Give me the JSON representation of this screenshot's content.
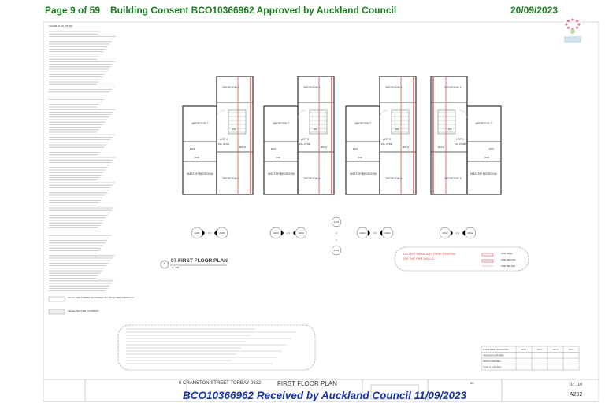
{
  "header": {
    "page": "Page 9 of 59",
    "consent": "Building Consent BCO10366962 Approved by Auckland Council",
    "date": "20/09/2023"
  },
  "notes": {
    "title": "FLOOR PLAN NOTES"
  },
  "legend": {
    "carpet": "SELECTED CARPET FLOORING ON SELECTED UNDERLAY",
    "tile": "SELECTED TILE FLOORING"
  },
  "plan": {
    "number": "1",
    "title": "07 FIRST FLOOR PLAN",
    "scale": "1 : 100",
    "units": [
      {
        "lot": "LOT 4",
        "ffl": "FFL 46220"
      },
      {
        "lot": "LOT 3",
        "ffl": "FFL 47500"
      },
      {
        "lot": "LOT 2",
        "ffl": "FFL 47500"
      },
      {
        "lot": "LOT 1",
        "ffl": "FFL 47500"
      }
    ],
    "rooms": {
      "bedroom1": "BEDROOM 1",
      "bedroom2": "BEDROOM 2",
      "bedroom3": "BEDROOM 3",
      "master": "MASTER BEDROOM",
      "ens": "ENS",
      "wir": "WIR",
      "dn": "DN",
      "bath": "BATH"
    },
    "section_markers": [
      {
        "left": "A303",
        "mid": "4   3",
        "right": "A303"
      },
      {
        "left": "A303",
        "mid": "2   1",
        "right": "A303"
      },
      {
        "left": "A302",
        "mid": "4   3",
        "right": "A302"
      },
      {
        "left": "A302",
        "mid": "2   1",
        "right": "A302"
      }
    ],
    "vertical_marker": {
      "top": "A301",
      "top_num": "2",
      "bottom_num": "1",
      "bottom": "A301"
    }
  },
  "warning": {
    "text_line1": "DO NOT MAKE ANY PENETRATION",
    "text_line2": "ON THE FRR WALLS",
    "legend": [
      "FRR WALL",
      "FRR CEILING",
      "FRR DELINE"
    ],
    "color": "#d9534f"
  },
  "area_table": {
    "headers": [
      "FLOOR AREA CALCULATION",
      "LOT 1",
      "LOT 2",
      "LOT 3",
      "LOT 4"
    ],
    "rows": [
      "GROUND FLOOR AREA",
      "FIRST FLOOR AREA",
      "TOTAL FLOOR AREA"
    ]
  },
  "title_block": {
    "address": "6 CRANSTON STREET TORBAY 0632",
    "drawing_title": "FIRST FLOOR PLAN",
    "status": "BC",
    "scale": "1 : 100",
    "sheet": "A202"
  },
  "stamp": "BCO10366962 Received by Auckland Council 11/09/2023",
  "colors": {
    "header": "#1d7d22",
    "stamp": "#1b33a8",
    "frr": "#d9534f"
  }
}
